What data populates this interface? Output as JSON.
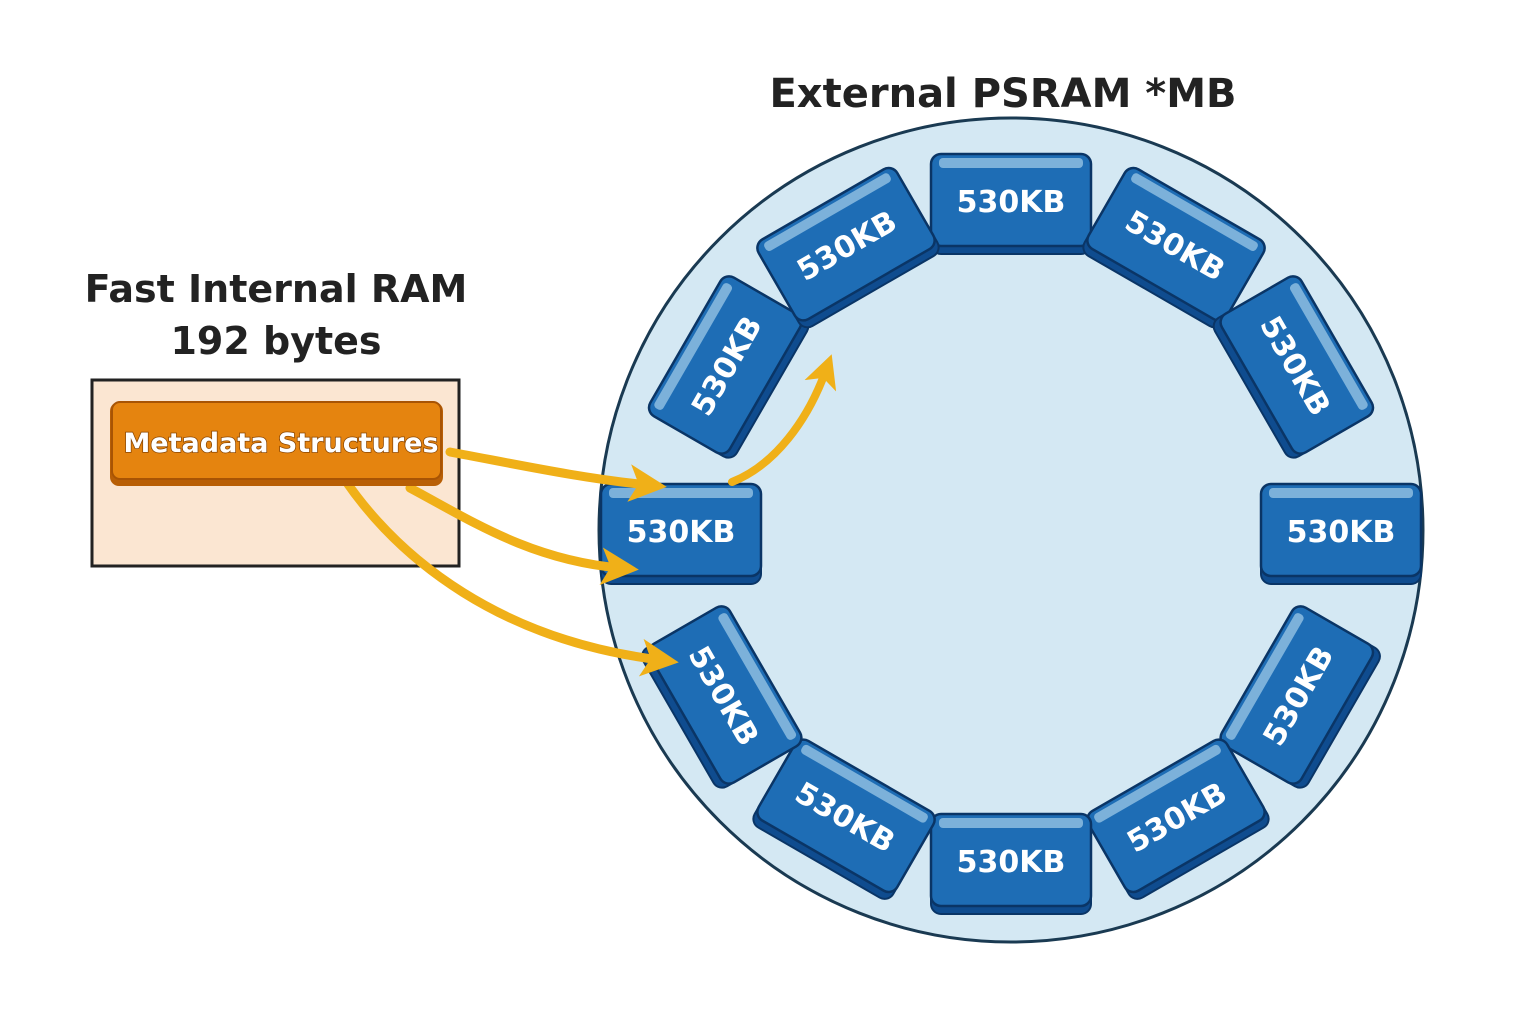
{
  "psram": {
    "title": "External PSRAM *MB",
    "fill_color": "#d4e8f3",
    "border_color": "#1a3a52",
    "blocks": [
      {
        "label": "530KB"
      },
      {
        "label": "530KB"
      },
      {
        "label": "530KB"
      },
      {
        "label": "530KB"
      },
      {
        "label": "530KB"
      },
      {
        "label": "530KB"
      },
      {
        "label": "530KB"
      },
      {
        "label": "530KB"
      },
      {
        "label": "530KB"
      },
      {
        "label": "530KB"
      },
      {
        "label": "530KB"
      },
      {
        "label": "530KB"
      }
    ],
    "block_color": "#1e6db5",
    "block_dark_color": "#0f4c8f",
    "block_highlight_color": "#8dbde0"
  },
  "internal_ram": {
    "title_line1": "Fast Internal RAM",
    "title_line2": "192 bytes",
    "box_fill": "#fbe6d2",
    "box_border": "#222222",
    "metadata_label": "Metadata Structures",
    "metadata_color": "#e07f0c"
  },
  "arrows": {
    "color": "#f0b018",
    "targets": [
      "block-9",
      "block-8",
      "block-7"
    ],
    "continuation": "block-9 to block-10"
  }
}
